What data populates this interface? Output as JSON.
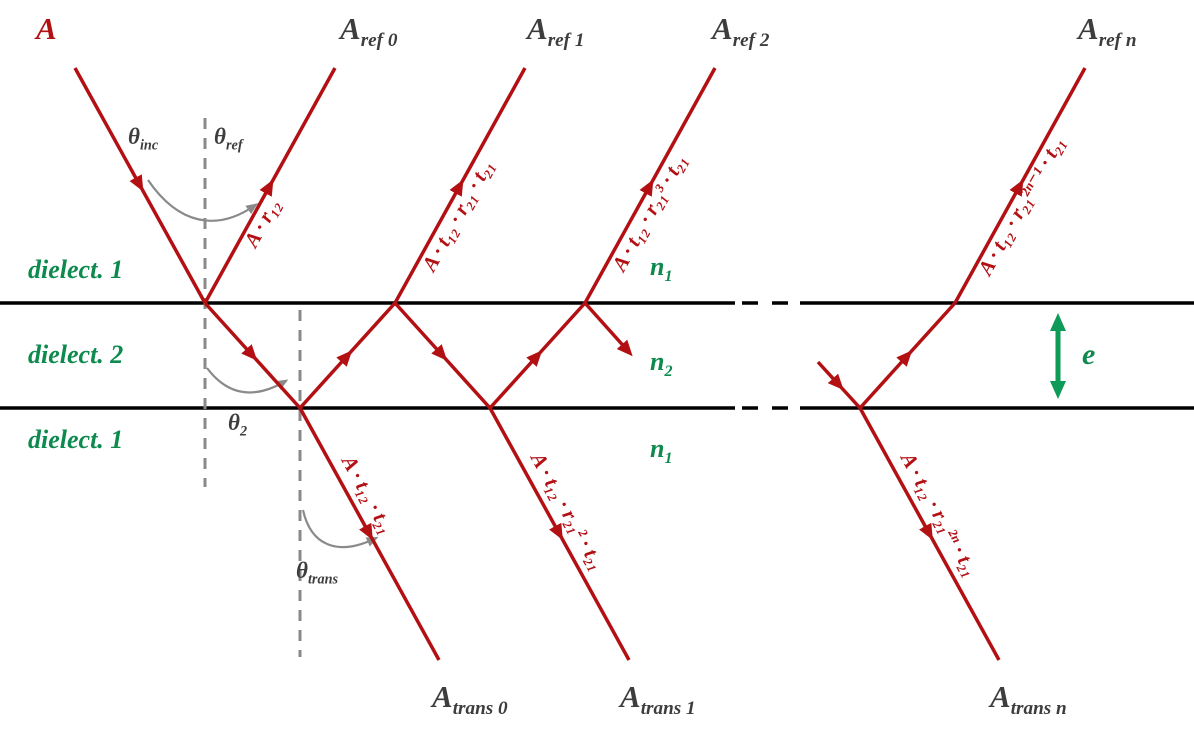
{
  "colors": {
    "ray_red": "#b31014",
    "interface_black": "#000000",
    "guide_gray": "#8a8a8a",
    "medium_green": "#0e8a4f",
    "label_gray": "#3d3d3d"
  },
  "amplitude_labels": {
    "incident": {
      "main": "A",
      "sub": ""
    },
    "ref0": {
      "main": "A",
      "sub": "ref 0"
    },
    "ref1": {
      "main": "A",
      "sub": "ref 1"
    },
    "ref2": {
      "main": "A",
      "sub": "ref 2"
    },
    "refn": {
      "main": "A",
      "sub": "ref n"
    },
    "trans0": {
      "main": "A",
      "sub": "trans 0"
    },
    "trans1": {
      "main": "A",
      "sub": "trans 1"
    },
    "transn": {
      "main": "A",
      "sub": "trans n"
    }
  },
  "medium_labels": {
    "top": "dielect. 1",
    "middle": "dielect. 2",
    "bottom": "dielect. 1",
    "n_top": {
      "main": "n",
      "sub": "1"
    },
    "n_mid": {
      "main": "n",
      "sub": "2"
    },
    "n_bot": {
      "main": "n",
      "sub": "1"
    },
    "thickness": "e"
  },
  "angle_labels": {
    "inc": {
      "main": "θ",
      "sub": "inc"
    },
    "ref": {
      "main": "θ",
      "sub": "ref"
    },
    "two": {
      "main": "θ",
      "sub": "2"
    },
    "trans": {
      "main": "θ",
      "sub": "trans"
    }
  },
  "ray_labels": {
    "r0": "A ∙ r₁₂",
    "r1": "A ∙ t₁₂ ∙ r₂₁ ∙ t₂₁",
    "r2": "A ∙ t₁₂ ∙ r₂₁³ ∙ t₂₁",
    "rn": "A ∙ t₁₂ ∙ r₂₁²ⁿ⁻¹ ∙ t₂₁",
    "t0": "A ∙ t₁₂ ∙ t₂₁",
    "t1": "A ∙ t₁₂ ∙ r₂₁² ∙ t₂₁",
    "tn": "A ∙ t₁₂ ∙ r₂₁²ⁿ ∙ t₂₁"
  }
}
